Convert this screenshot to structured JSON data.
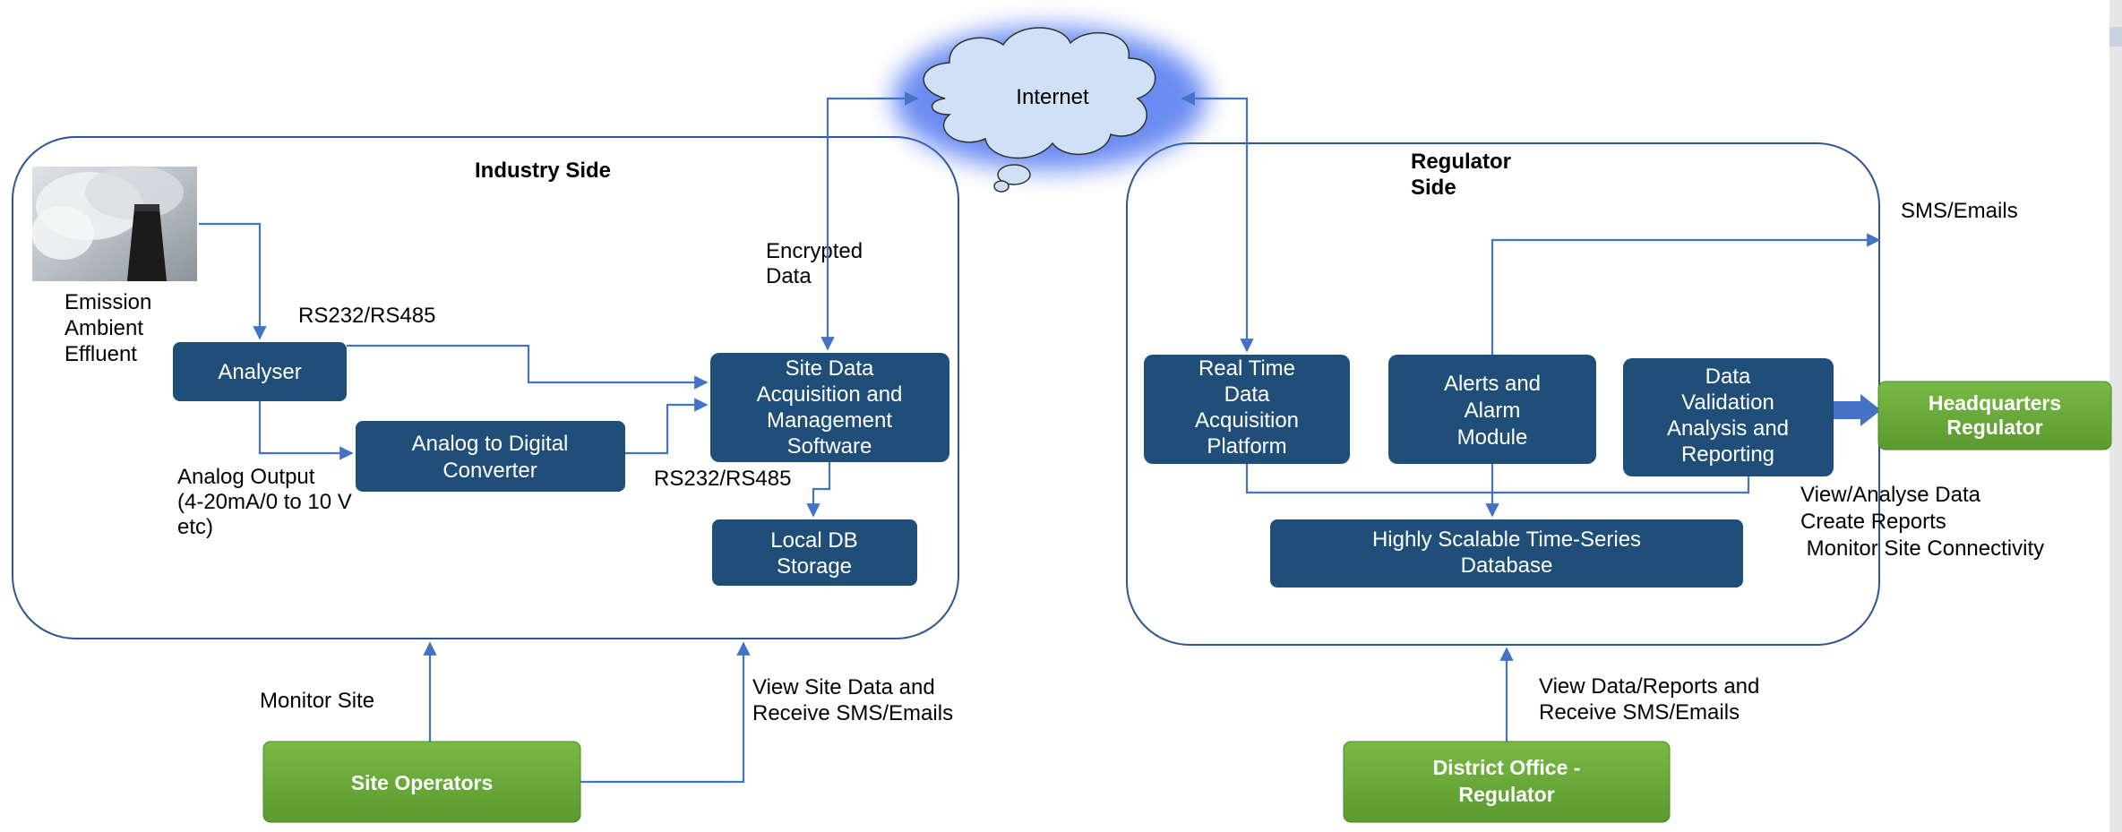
{
  "industry": {
    "title": "Industry Side",
    "emission_label": [
      "Emission",
      "Ambient",
      "Effluent"
    ],
    "rs232_top": "RS232/RS485",
    "rs232_bottom": "RS232/RS485",
    "analog_output": [
      "Analog Output",
      "(4-20mA/0 to 10 V",
      "etc)"
    ],
    "encrypted": [
      "Encrypted",
      "Data"
    ],
    "boxes": {
      "analyser": [
        "Analyser"
      ],
      "adc": [
        "Analog to Digital",
        "Converter"
      ],
      "site_data": [
        "Site Data",
        "Acquisition and",
        "Management",
        "Software"
      ],
      "local_db": [
        "Local DB",
        "Storage"
      ]
    },
    "monitor_site": "Monitor Site",
    "view_site": [
      "View Site Data and",
      "Receive SMS/Emails"
    ],
    "site_operators": "Site Operators"
  },
  "internet": "Internet",
  "regulator": {
    "title": [
      "Regulator",
      "Side"
    ],
    "sms_emails": "SMS/Emails",
    "boxes": {
      "realtime": [
        "Real Time",
        "Data",
        "Acquisition",
        "Platform"
      ],
      "alerts": [
        "Alerts and",
        "Alarm",
        "Module"
      ],
      "validation": [
        "Data",
        "Validation",
        "Analysis and",
        "Reporting"
      ],
      "database": [
        "Highly Scalable Time-Series",
        "Database"
      ]
    },
    "headquarters": [
      "Headquarters",
      "Regulator"
    ],
    "hq_actions": [
      "View/Analyse Data",
      "Create Reports",
      " Monitor Site Connectivity"
    ],
    "view_data": [
      "View Data/Reports and",
      "Receive SMS/Emails"
    ],
    "district": [
      "District Office -",
      "Regulator"
    ]
  },
  "colors": {
    "box_fill": "#1f4e79",
    "green_fill": "#6aaa3a",
    "line": "#4472c4",
    "panel_stroke": "#2f5597",
    "cloud_glow": "#6f8ff0"
  }
}
